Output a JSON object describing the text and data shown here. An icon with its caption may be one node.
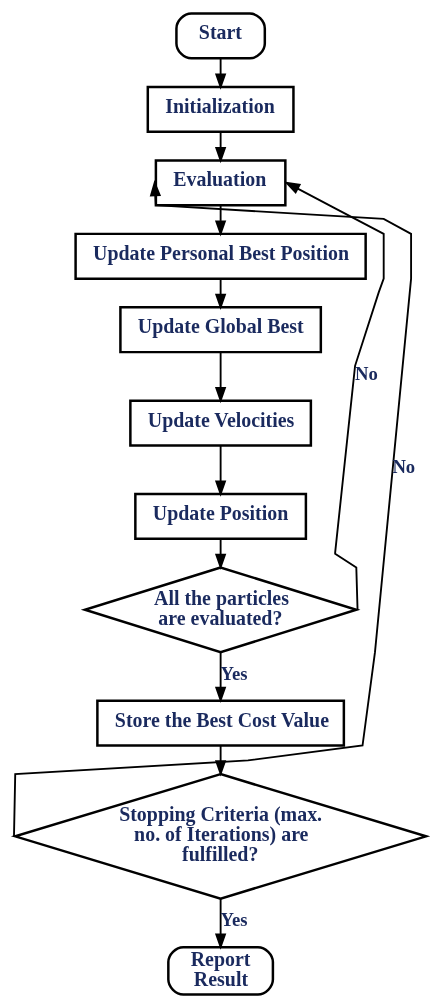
{
  "diagram": {
    "nodes": [
      {
        "text": [
          "Start"
        ]
      },
      {
        "text": [
          "Initialization"
        ]
      },
      {
        "text": [
          "Evaluation"
        ]
      },
      {
        "text": [
          "Update Personal Best Position"
        ]
      },
      {
        "text": [
          "Update Global Best"
        ]
      },
      {
        "text": [
          "Update Velocities"
        ]
      },
      {
        "text": [
          "Update Position"
        ]
      },
      {
        "text": [
          "All the particles are evaluated?"
        ]
      },
      {
        "text": [
          "Store the Best Cost Value"
        ]
      },
      {
        "text": [
          "Stopping Criteria (max. no. of Iterations) are fulfilled?"
        ]
      },
      {
        "text": [
          "Report Result"
        ]
      }
    ],
    "edges": [
      {
        "from": 0,
        "to": 1,
        "arrow": "to"
      },
      {
        "from": 1,
        "to": 2,
        "arrow": "to"
      },
      {
        "from": 2,
        "to": 3,
        "arrow": "to"
      },
      {
        "from": 3,
        "to": 4,
        "arrow": "to"
      },
      {
        "from": 4,
        "to": 5,
        "arrow": "to"
      },
      {
        "from": 5,
        "to": 6,
        "arrow": "to"
      },
      {
        "from": 6,
        "to": 7,
        "arrow": "to"
      },
      {
        "from": 7,
        "to": 8,
        "arrow": "to",
        "label": "Yes"
      },
      {
        "from": 7,
        "to": 2,
        "arrow": "to",
        "label": "No"
      },
      {
        "from": 8,
        "to": 9,
        "arrow": "to"
      },
      {
        "from": 9,
        "to": 10,
        "arrow": "to",
        "label": "Yes"
      },
      {
        "from": 9,
        "to": 2,
        "arrow": "to",
        "label": "No"
      }
    ]
  }
}
